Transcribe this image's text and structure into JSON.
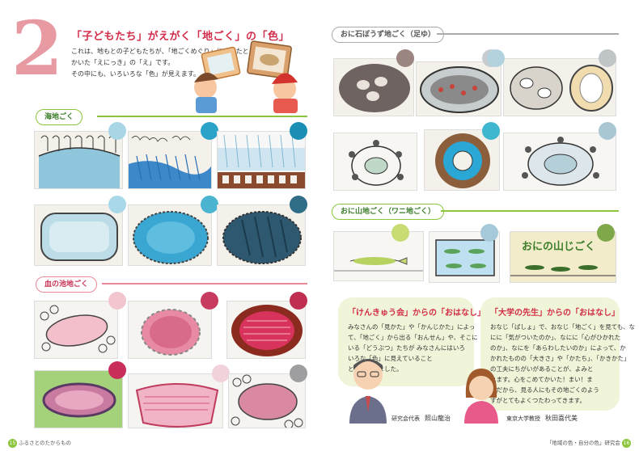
{
  "left": {
    "section_number": "2",
    "title": "「子どもたち」がえがく「地ごく」の「色」",
    "intro": [
      "これは、地もとの子どもたちが、「地ごくめぐり」にいったときに、",
      "かいた「えにっき」の「え」です。",
      "その中にも、いろいろな「色」が見えます。"
    ],
    "sea_label": "海地ごく",
    "blood_label": "血の池地ごく"
  },
  "right": {
    "oniishi_label": "おに石ぼうず地ごく（足ゆ）",
    "oniyama_label": "おに山地ごく（ワニ地ごく）",
    "drawing_text": "おにの山じごく"
  },
  "bubble1": {
    "title": "「けんきゅう会」からの「おはなし」",
    "lines": [
      "みなさんの「見かた」や「かんじかた」によっ",
      "て、「地ごく」から出る「おんせん」や、そこに",
      "いる「どうぶつ」たちが みなさんにはいろ",
      "いろな「色」に見えていること",
      "とがわかりました。"
    ],
    "role": "研究会代表",
    "name": "照山龍治"
  },
  "bubble2": {
    "title": "「大学の先生」からの「おはなし」",
    "lines": [
      "おなじ「ばしょ」で、おなじ「地ごく」を見ても、な",
      "にに「気がついたのか」、なにに「心がひかれた",
      "のか」、なにを「あらわしたいのか」によって、か",
      "かれたものの「大きさ」や「かたち」、「かきかた」",
      "の工夫にちがいがあることが、よみと",
      "れます。心をこめてかいた！まい！ま",
      "いだから、見る人にもその地ごくのよう",
      "すがとてもよくつたわってきます。"
    ],
    "role": "東京大学教授",
    "name": "秋田喜代美"
  },
  "footer": {
    "left_page": "15",
    "left_text": "ふるさとのたからもの",
    "right_text": "「地域の色・自分の色」研究会",
    "right_page": "16"
  },
  "colors": {
    "sea": [
      "#a9d6e5",
      "#2ba3c9",
      "#1a8fb3",
      "#a9d8e8",
      "#4bb4d0",
      "#2f6e86"
    ],
    "blood": [
      "#f3c6cf",
      "#c83b60",
      "#c02f52",
      "#c92e5a",
      "#f1d2db",
      "#9e9ea0"
    ],
    "oniishi": [
      "#9a8580",
      "#c7cccf",
      "#b2d3de",
      "#c0c5c8",
      "#3fb8cf",
      "#a9c6d3"
    ],
    "oniyama": [
      "#c7dd74",
      "#a5c9d8",
      "#7fa84b"
    ]
  }
}
